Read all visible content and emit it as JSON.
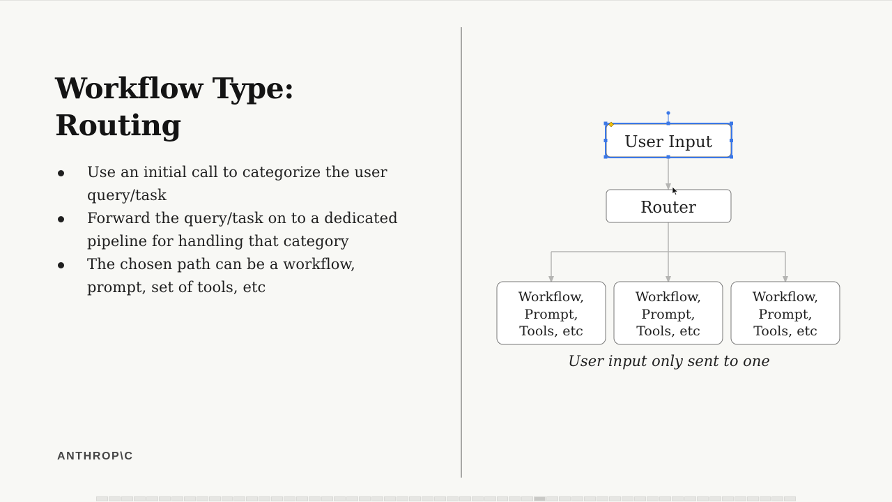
{
  "slide": {
    "title_line1": "Workflow Type:",
    "title_line2": "Routing",
    "bullets": [
      {
        "line1": "Use an initial call to categorize the user",
        "line2": "query/task"
      },
      {
        "line1": "Forward the query/task on to a dedicated",
        "line2": "pipeline for handling that category"
      },
      {
        "line1": "The chosen path can be a workflow,",
        "line2": "prompt, set of tools, etc"
      }
    ],
    "logo": "ANTHROP\\C"
  },
  "diagram": {
    "input_node": "User Input",
    "router_node": "Router",
    "destinations": [
      {
        "line1": "Workflow,",
        "line2": "Prompt,",
        "line3": "Tools, etc"
      },
      {
        "line1": "Workflow,",
        "line2": "Prompt,",
        "line3": "Tools, etc"
      },
      {
        "line1": "Workflow,",
        "line2": "Prompt,",
        "line3": "Tools, etc"
      }
    ],
    "caption": "User input only sent to one",
    "selection_color": "#3b78e7",
    "line_color": "#b5b5b3",
    "node_border_color": "#777777"
  },
  "filmstrip": {
    "slide_count": 56,
    "active_index": 35
  }
}
